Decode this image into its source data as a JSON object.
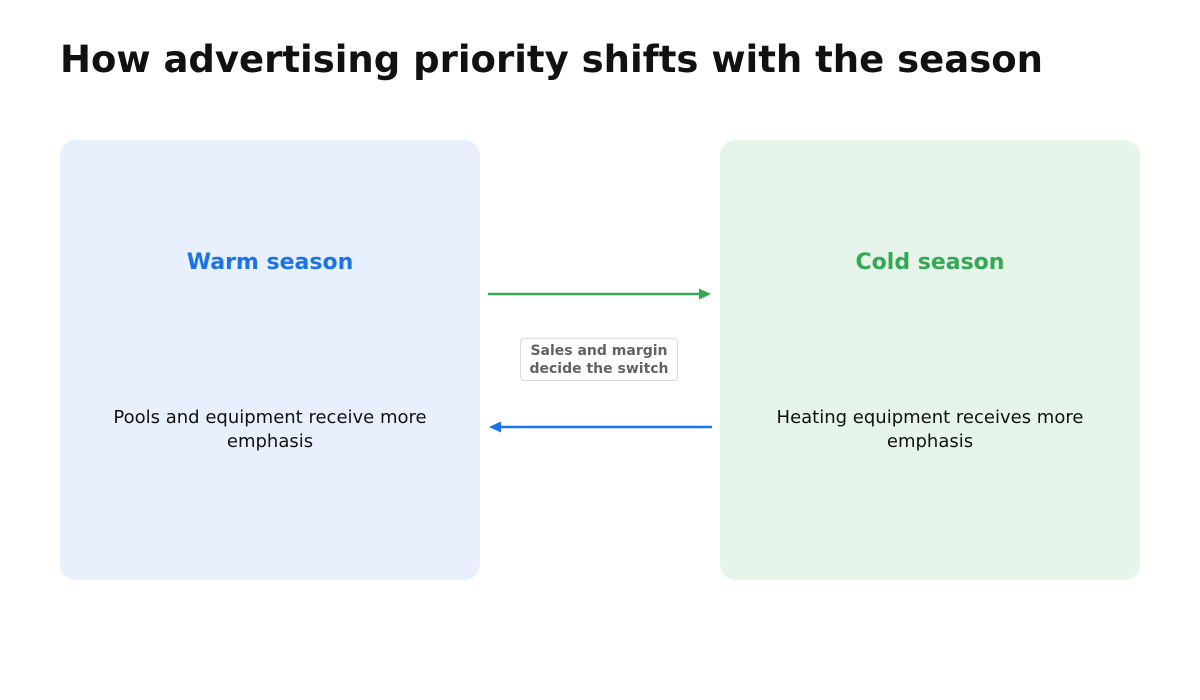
{
  "title": "How advertising priority shifts with the season",
  "warm": {
    "heading": "Warm season",
    "body": "Pools and equipment receive more emphasis",
    "color": "#1a73e8",
    "background": "#e8f0fe"
  },
  "cold": {
    "heading": "Cold season",
    "body": "Heating equipment receives more emphasis",
    "color": "#34a853",
    "background": "#e6f4ea"
  },
  "switch": {
    "line1": "Sales and margin",
    "line2": "decide the switch"
  }
}
